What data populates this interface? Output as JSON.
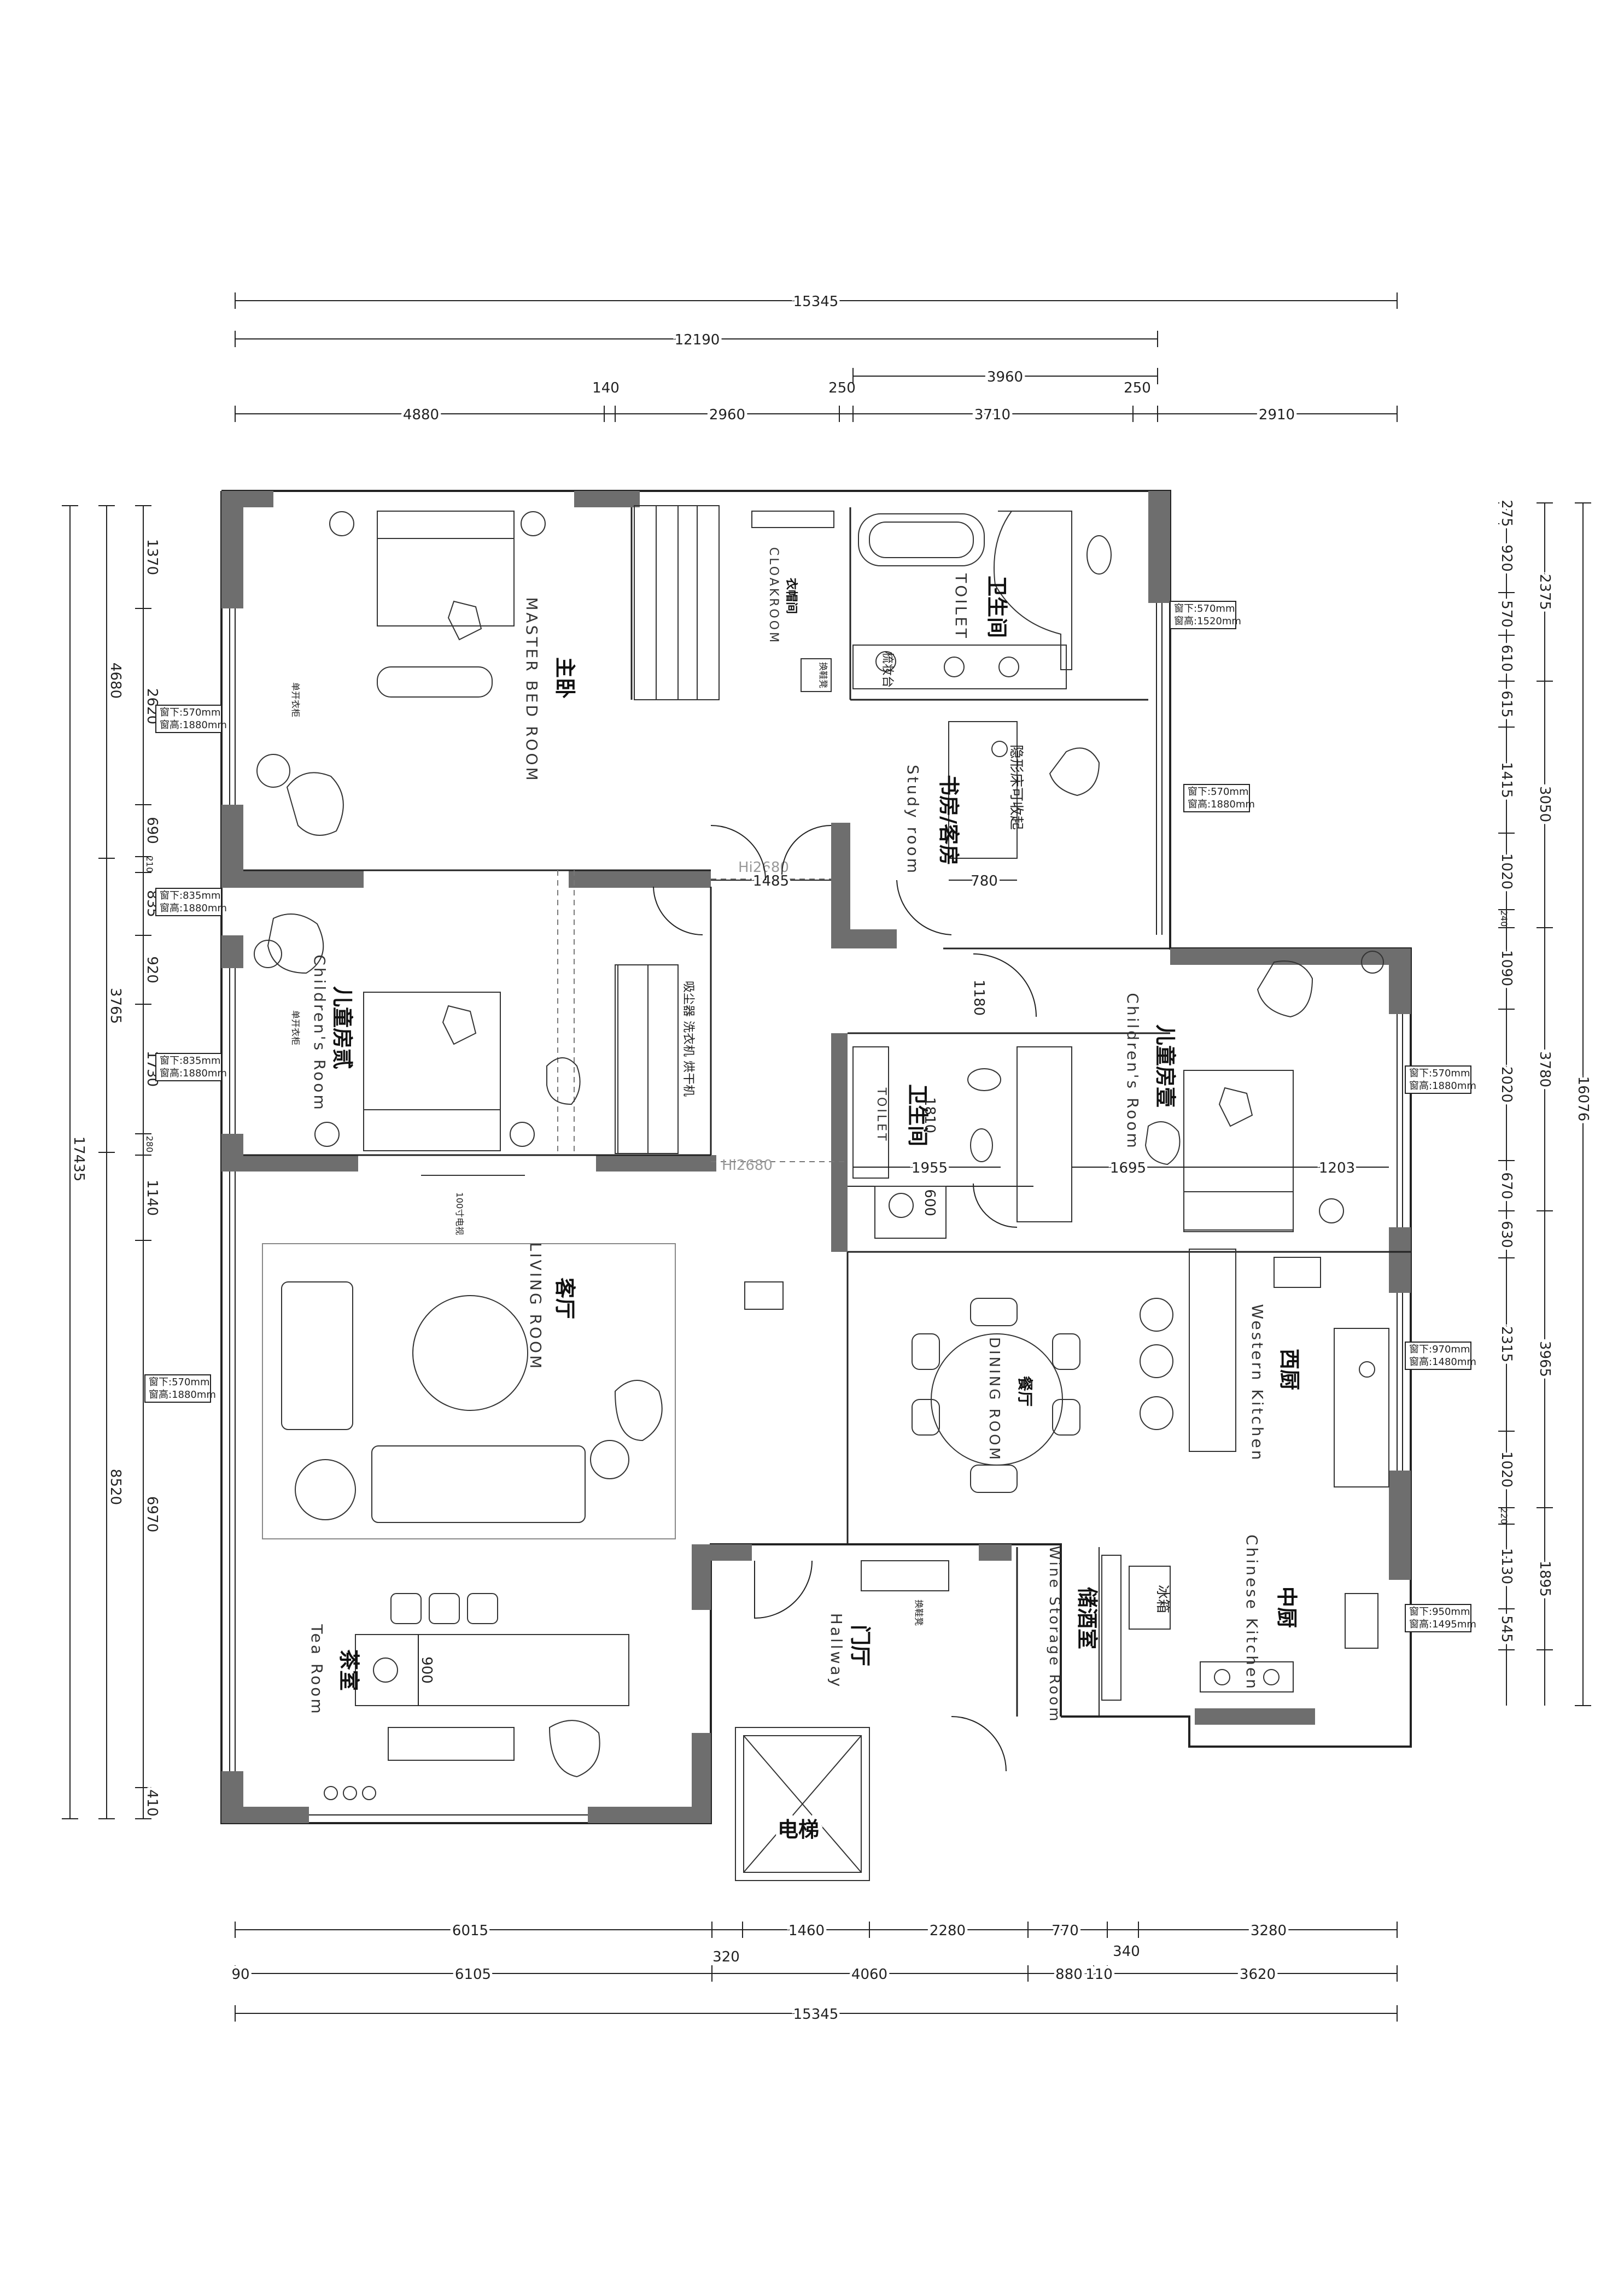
{
  "dimensions": {
    "top_total": "15345",
    "top_12190": "12190",
    "top_3960": "3960",
    "top_140": "140",
    "top_250a": "250",
    "top_250b": "250",
    "top_row": [
      "4880",
      "2960",
      "3710",
      "2910"
    ],
    "bottom_row1": [
      "6015",
      "1460",
      "2280",
      "770",
      "3280"
    ],
    "bottom_320": "320",
    "bottom_340": "340",
    "bottom_row2": [
      "90",
      "6105",
      "4060",
      "880",
      "110",
      "3620"
    ],
    "bottom_total": "15345",
    "left_outer": [
      "4680",
      "3765",
      "8520"
    ],
    "left_total": "17435",
    "left_inner": [
      "1370",
      "2620",
      "690",
      "210",
      "835",
      "920",
      "1730",
      "280",
      "1140",
      "6970",
      "410"
    ],
    "right_inner": [
      "275",
      "920",
      "570",
      "610",
      "615",
      "1415",
      "1020",
      "240",
      "1090",
      "2020",
      "670",
      "630",
      "2315",
      "1020",
      "220",
      "1130",
      "545"
    ],
    "right_mid": [
      "2375",
      "3050",
      "3780",
      "3965",
      "1895"
    ],
    "right_total": "16076",
    "interior": {
      "d1485": "1485",
      "d780": "780",
      "d1180": "1180",
      "d1810": "1810",
      "d1955": "1955",
      "d1695": "1695",
      "d1203": "1203",
      "d600": "600",
      "d900": "900",
      "hi_top": "Hi2680",
      "hi_mid": "Hi2680"
    }
  },
  "rooms": {
    "master_bed_cn": "主卧",
    "master_bed_en": "MASTER BED ROOM",
    "cloak_cn": "衣帽间",
    "cloak_en": "CLOAKROOM",
    "toilet1_cn": "卫生间",
    "toilet1_en": "TOILET",
    "vanity": "梳妆台",
    "study_cn": "书房/客房",
    "study_en": "Study room",
    "hidden_bed": "隐形床可收起",
    "child2_cn": "儿童房贰",
    "child2_en": "Children's Room",
    "child1_cn": "儿童房壹",
    "child1_en": "Children's Room",
    "toilet2_cn": "卫生间",
    "toilet2_en": "TOILET",
    "living_cn": "客厅",
    "living_en": "LIVING ROOM",
    "dining_cn": "餐厅",
    "dining_en": "DINING ROOM",
    "western_cn": "西厨",
    "western_en": "Western Kitchen",
    "chinese_cn": "中厨",
    "chinese_en": "Chinese Kitchen",
    "tea_cn": "茶室",
    "tea_en": "Tea Room",
    "hall_cn": "门厅",
    "hall_en": "Hallway",
    "wine_cn": "储酒室",
    "wine_en": "Wine Storage Room",
    "elevator": "电梯",
    "fridge": "冰箱"
  },
  "notes": {
    "window_mb_a": "窗下:570mm",
    "window_mb_b": "窗高:1880mm",
    "window_t1_a": "窗下:570mm",
    "window_t1_b": "窗高:1520mm",
    "window_st_a": "窗下:570mm",
    "window_st_b": "窗高:1880mm",
    "window_c2_a": "窗下:835mm",
    "window_c2_b": "窗高:1880mm",
    "window_c2b_a": "窗下:835mm",
    "window_c2b_b": "窗高:1880mm",
    "window_c1_a": "窗下:570mm",
    "window_c1_b": "窗高:1880mm",
    "window_lv_a": "窗下:570mm",
    "window_lv_b": "窗高:1880mm",
    "window_wk_a": "窗下:970mm",
    "window_wk_b": "窗高:1480mm",
    "window_ck_a": "窗下:950mm",
    "window_ck_b": "窗高:1495mm",
    "shoe": "换鞋凳",
    "wardrobe_mb": "单开衣柜",
    "wardrobe_c2": "单开衣柜",
    "tv": "100寸电视",
    "appliances": "吸尘器 洗衣机 烘干机",
    "shoe_bench": "换鞋凳"
  }
}
